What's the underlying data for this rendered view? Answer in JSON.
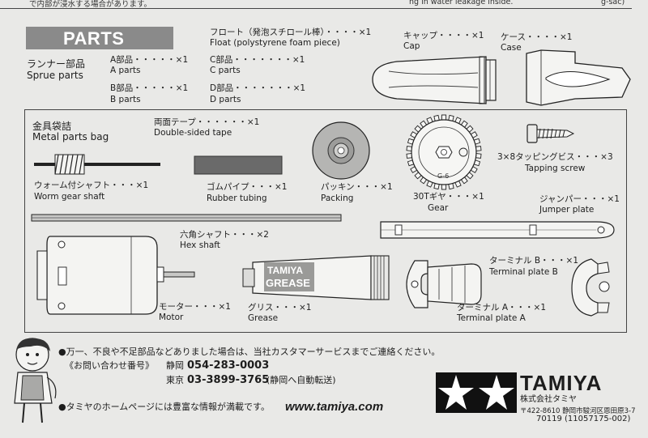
{
  "top_strip": {
    "jp_fragment": "で内部が浸水する場合があります。",
    "en_fragment": "ng in water leakage inside.",
    "right_fragment": "g-sac)"
  },
  "header": {
    "parts_title": "PARTS"
  },
  "sprue": {
    "jp": "ランナー部品",
    "en": "Sprue parts"
  },
  "sprue_parts": [
    {
      "jp": "A部品・・・・・×1",
      "en": "A parts"
    },
    {
      "jp": "B部品・・・・・×1",
      "en": "B parts"
    },
    {
      "jp": "C部品・・・・・・・×1",
      "en": "C parts"
    },
    {
      "jp": "D部品・・・・・・・×1",
      "en": "D parts"
    }
  ],
  "float": {
    "jp": "フロート（発泡スチロール棒）・・・・×1",
    "en": "Float (polystyrene foam piece)"
  },
  "cap": {
    "jp": "キャップ・・・・×1",
    "en": "Cap"
  },
  "case": {
    "jp": "ケース・・・・×1",
    "en": "Case"
  },
  "metal_bag": {
    "jp": "金具袋詰",
    "en": "Metal parts bag"
  },
  "metal_parts": {
    "tape": {
      "jp": "両面テープ・・・・・・×1",
      "en": "Double-sided tape"
    },
    "worm": {
      "jp": "ウォーム付シャフト・・・×1",
      "en": "Worm gear shaft"
    },
    "rubber": {
      "jp": "ゴムパイプ・・・×1",
      "en": "Rubber tubing"
    },
    "packing": {
      "jp": "パッキン・・・×1",
      "en": "Packing"
    },
    "gear": {
      "jp": "30Tギヤ・・・×1",
      "en": "Gear",
      "mark": "G-6"
    },
    "screw": {
      "jp": "3×8タッピングビス・・・×3",
      "en": "Tapping screw"
    },
    "jumper": {
      "jp": "ジャンパー・・・×1",
      "en": "Jumper plate"
    },
    "hex": {
      "jp": "六角シャフト・・・×2",
      "en": "Hex shaft"
    },
    "motor": {
      "jp": "モーター・・・×1",
      "en": "Motor"
    },
    "grease": {
      "jp": "グリス・・・×1",
      "en": "Grease",
      "tube_line1": "TAMIYA",
      "tube_line2": "GREASE"
    },
    "terminal_b": {
      "jp": "ターミナル B・・・×1",
      "en": "Terminal plate B"
    },
    "terminal_a": {
      "jp": "ターミナル A・・・×1",
      "en": "Terminal plate A"
    }
  },
  "footer": {
    "notice": "●万一、不良や不足部品などありました場合は、当社カスタマーサービスまでご連絡ください。",
    "inquiry_label": "《お問い合わせ番号》",
    "shizuoka_label": "静岡",
    "shizuoka_phone": "054-283-0003",
    "tokyo_label": "東京",
    "tokyo_phone": "03-3899-3765",
    "tokyo_note": "(静岡へ自動転送)",
    "homepage": "●タミヤのホームページには豊富な情報が満載です。",
    "url": "www.tamiya.com",
    "brand": "TAMIYA",
    "company": "株式会社タミヤ",
    "address": "〒422-8610 静岡市駿河区恩田原3-7",
    "code": "70119 (11057175-002)"
  }
}
